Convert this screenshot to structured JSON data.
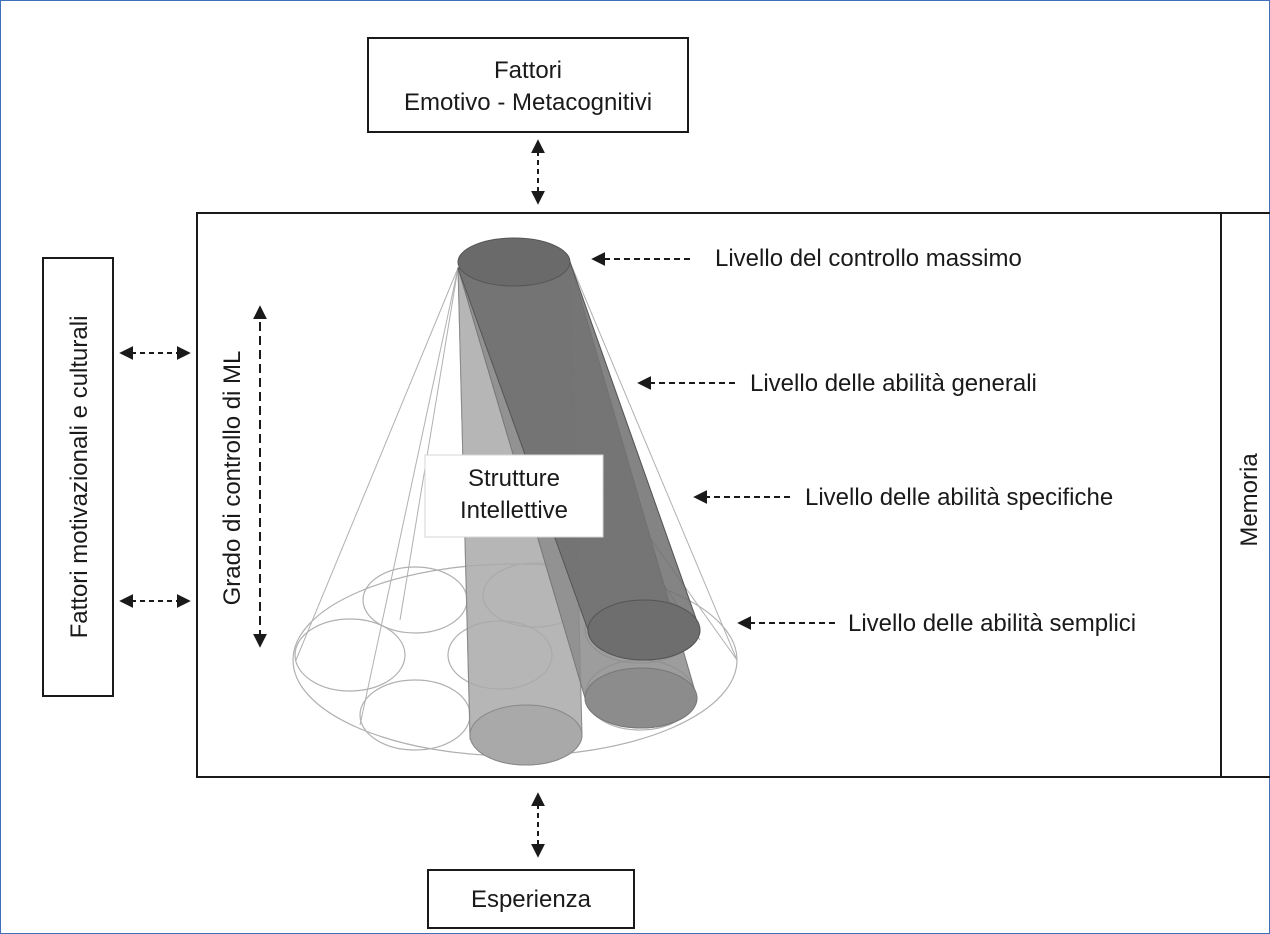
{
  "top_box": {
    "line1": "Fattori",
    "line2": "Emotivo - Metacognitivi"
  },
  "bottom_box": {
    "label": "Esperienza"
  },
  "left_box": {
    "label": "Fattori motivazionali e culturali"
  },
  "right_label": {
    "label": "Memoria"
  },
  "axis_label": {
    "label": "Grado di controllo di ML"
  },
  "center_label": {
    "line1": "Strutture",
    "line2": "Intellettive"
  },
  "levels": [
    {
      "label": "Livello del controllo massimo"
    },
    {
      "label": "Livello delle abilità generali"
    },
    {
      "label": "Livello delle abilità specifiche"
    },
    {
      "label": "Livello delle abilità semplici"
    }
  ],
  "colors": {
    "frame": "#3e6fb8",
    "dark_cylinder": "#6e6e6e",
    "mid_cylinder": "#8c8c8c",
    "light_cylinder": "#a9a9a9",
    "cone_lines": "#a0a0a0"
  }
}
